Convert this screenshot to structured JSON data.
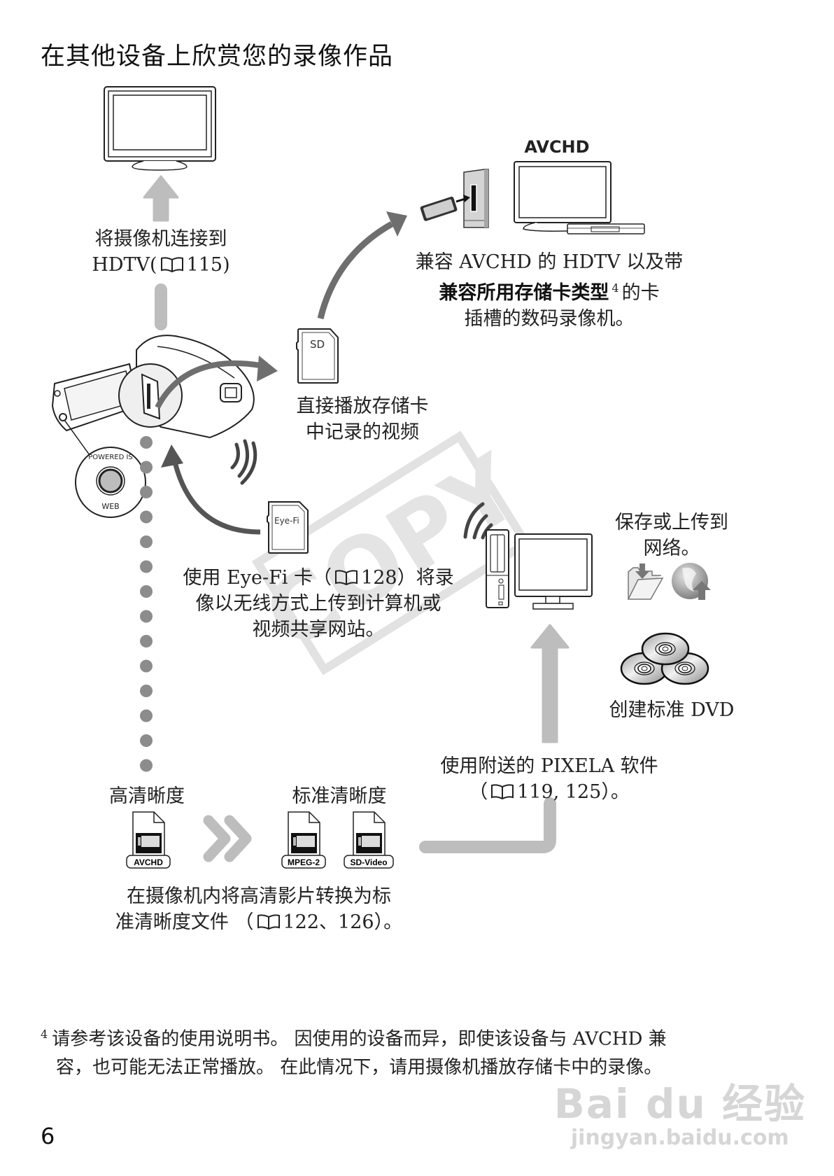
{
  "page": {
    "title": "在其他设备上欣赏您的录像作品",
    "page_number": "6"
  },
  "hdtv": {
    "line1": "将摄像机连接到",
    "line2_prefix": "HDTV(",
    "line2_ref": "115)",
    "icon": "television-icon"
  },
  "avchd_device": {
    "logo": "AVCHD",
    "line1": "兼容 AVCHD 的 HDTV 以及带",
    "line2_bold": "兼容所用存储卡类型",
    "line2_sup": "4",
    "line2_rest": "的卡",
    "line3": "插槽的数码录像机。"
  },
  "sd_card": {
    "label": "SD",
    "line1": "直接播放存储卡",
    "line2": "中记录的视频"
  },
  "camera": {
    "button_top": "POWERED IS",
    "button_bottom": "WEB"
  },
  "eyefi": {
    "label": "Eye-Fi",
    "line1_prefix": "使用 Eye-Fi 卡（",
    "line1_ref": "128）将录",
    "line2": "像以无线方式上传到计算机或",
    "line3": "视频共享网站。"
  },
  "computer": {
    "save_line1": "保存或上传到",
    "save_line2": "网络。",
    "dvd_label": "创建标准 DVD"
  },
  "pixela": {
    "line1": "使用附送的 PIXELA 软件",
    "line2_prefix": "（",
    "line2_ref": "119, 125）。"
  },
  "conversion": {
    "hd_label": "高清晰度",
    "sd_label": "标准清晰度",
    "files": [
      "AVCHD",
      "MPEG-2",
      "SD-Video"
    ],
    "line1": "在摄像机内将高清影片转换为标",
    "line2_prefix": "准清晰度文件 （",
    "line2_ref": "122、126）。"
  },
  "stamp": {
    "text": "COPY"
  },
  "footnote": {
    "marker": "4",
    "line1": "请参考该设备的使用说明书。 因使用的设备而异，即使该设备与 AVCHD 兼",
    "line2": "容，也可能无法正常播放。 在此情况下，请用摄像机播放存储卡中的录像。"
  },
  "watermark": {
    "brand": "Bai du 经验",
    "url": "jingyan.baidu.com"
  },
  "colors": {
    "arrow_light": "#bdbdbd",
    "arrow_dark": "#6e6e6e",
    "dots": "#8c8c8c",
    "stamp": "#e2e2e2"
  }
}
